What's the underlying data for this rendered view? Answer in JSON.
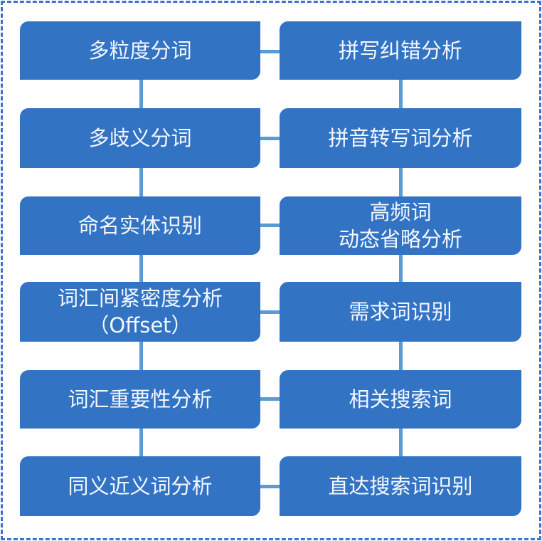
{
  "colors": {
    "box_fill": "#3373c4",
    "box_text": "#f4f8ff",
    "connector": "#5b9bd5",
    "frame_border": "#3a74d0",
    "background": "#ffffff"
  },
  "left_column": [
    {
      "lines": [
        "多粒度分词"
      ]
    },
    {
      "lines": [
        "多歧义分词"
      ]
    },
    {
      "lines": [
        "命名实体识别"
      ]
    },
    {
      "lines": [
        "词汇间紧密度分析",
        "（Offset）"
      ]
    },
    {
      "lines": [
        "词汇重要性分析"
      ]
    },
    {
      "lines": [
        "同义近义词分析"
      ]
    }
  ],
  "right_column": [
    {
      "lines": [
        "拼写纠错分析"
      ]
    },
    {
      "lines": [
        "拼音转写词分析"
      ]
    },
    {
      "lines": [
        "高频词",
        "动态省略分析"
      ]
    },
    {
      "lines": [
        "需求词识别"
      ]
    },
    {
      "lines": [
        "相关搜索词"
      ]
    },
    {
      "lines": [
        "直达搜索词识别"
      ]
    }
  ],
  "connections": {
    "vertical_left": "chain linking all left-column boxes top to bottom",
    "vertical_right": "chain linking all right-column boxes top to bottom",
    "horizontal": "each left box linked to the right box in the same row"
  }
}
